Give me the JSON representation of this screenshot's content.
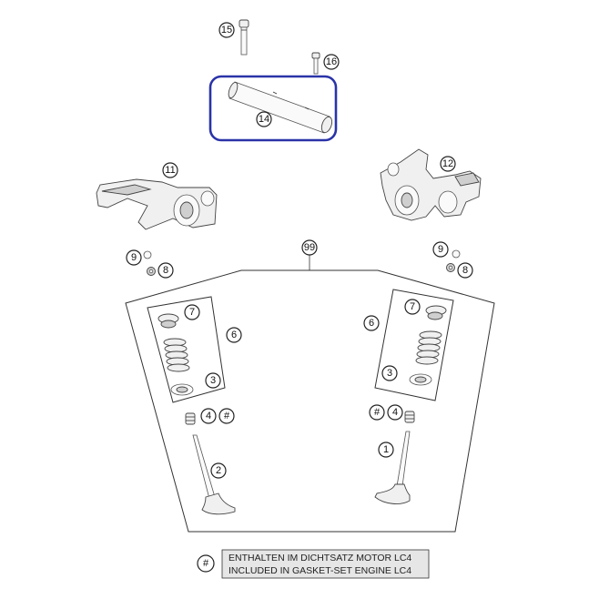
{
  "callouts": {
    "c1": "1",
    "c2": "2",
    "c3_left": "3",
    "c3_right": "3",
    "c4_left": "4",
    "c4_right": "4",
    "c6_left": "6",
    "c6_right": "6",
    "c7_left": "7",
    "c7_right": "7",
    "c8_left": "8",
    "c8_right": "8",
    "c9_left": "9",
    "c9_right": "9",
    "c11": "11",
    "c12": "12",
    "c14": "14",
    "c15": "15",
    "c16": "16",
    "c99": "99",
    "hash_left": "#",
    "hash_right": "#"
  },
  "legend": {
    "symbol": "#",
    "line1": "ENTHALTEN IM DICHTSATZ MOTOR LC4",
    "line2": "INCLUDED IN GASKET-SET ENGINE LC4"
  },
  "colors": {
    "highlight": "#2a33a8",
    "legend_box": "#e6e6e6"
  }
}
